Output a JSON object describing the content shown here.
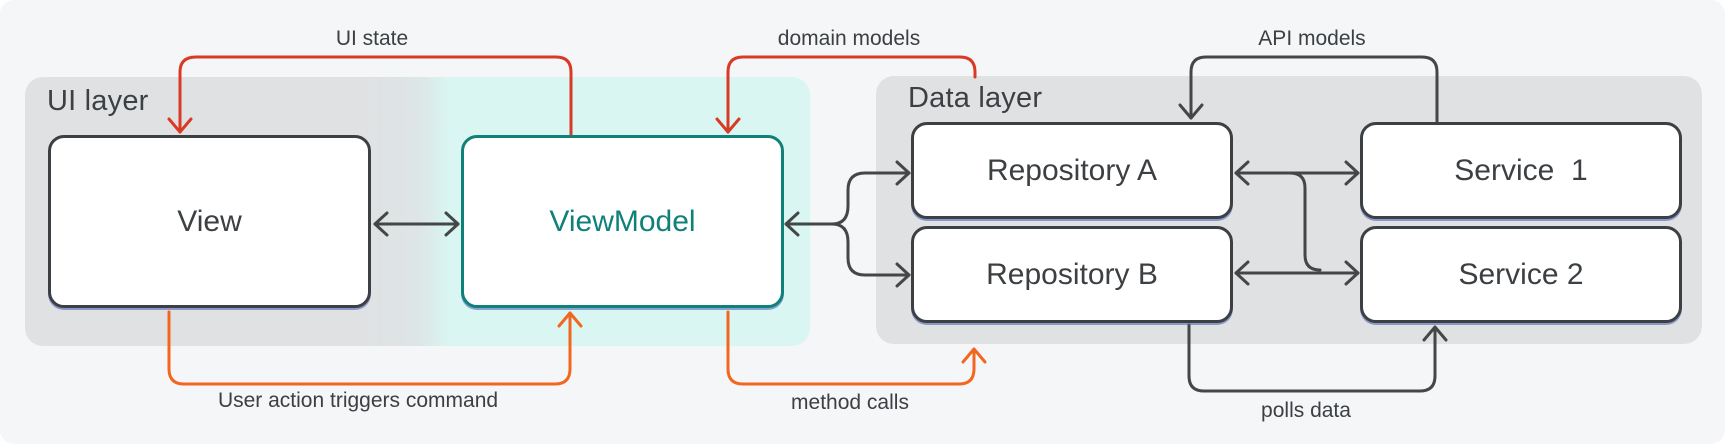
{
  "regions": {
    "ui_layer": {
      "title": "UI layer"
    },
    "data_layer": {
      "title": "Data layer"
    }
  },
  "nodes": {
    "view": "View",
    "viewmodel": "ViewModel",
    "repository_a": "Repository A",
    "repository_b": "Repository B",
    "service_1": "Service  1",
    "service_2": "Service 2"
  },
  "edge_labels": {
    "ui_state": "UI state",
    "domain_models": "domain models",
    "api_models": "API models",
    "user_action": "User action triggers command",
    "method_calls": "method calls",
    "polls_data": "polls data"
  },
  "colors": {
    "state_flow": "#d93a26",
    "event_flow": "#f2661f",
    "neutral": "#444746",
    "viewmodel_accent": "#0f8178",
    "viewmodel_tint": "#d9f6f2",
    "layer_background": "#e0e1e3"
  }
}
